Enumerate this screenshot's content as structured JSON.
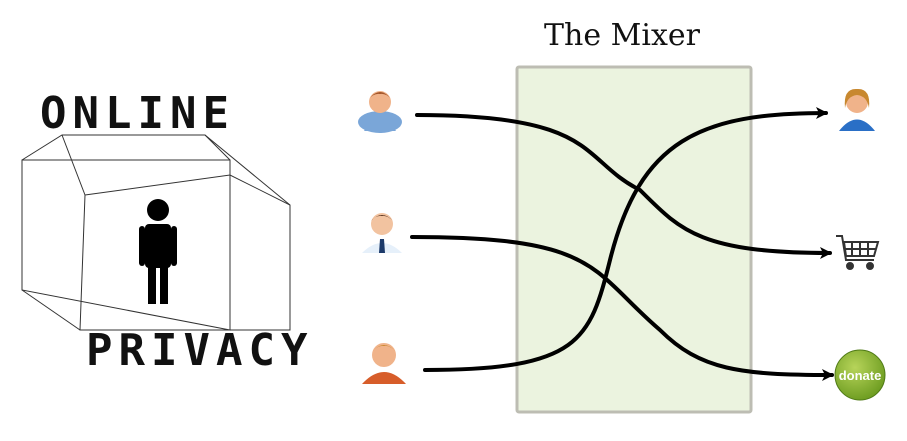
{
  "logo": {
    "line1": "ONLINE",
    "line2": "PRIVACY"
  },
  "mixer": {
    "title": "The Mixer",
    "fill_color": "#ebf3df",
    "border_color": "#bdbdb3"
  },
  "users_left": [
    {
      "icon": "user-icon-brown-hair-blue-shirt"
    },
    {
      "icon": "user-icon-businessman-tie"
    },
    {
      "icon": "user-icon-orange-shirt"
    }
  ],
  "destinations_right": [
    {
      "icon": "user-icon-woman"
    },
    {
      "icon": "shopping-cart-icon"
    },
    {
      "icon": "donate-button-icon",
      "label": "donate",
      "color": "#7fa928"
    }
  ],
  "connections": [
    {
      "from": 0,
      "to": 1
    },
    {
      "from": 1,
      "to": 2
    },
    {
      "from": 2,
      "to": 0
    }
  ]
}
